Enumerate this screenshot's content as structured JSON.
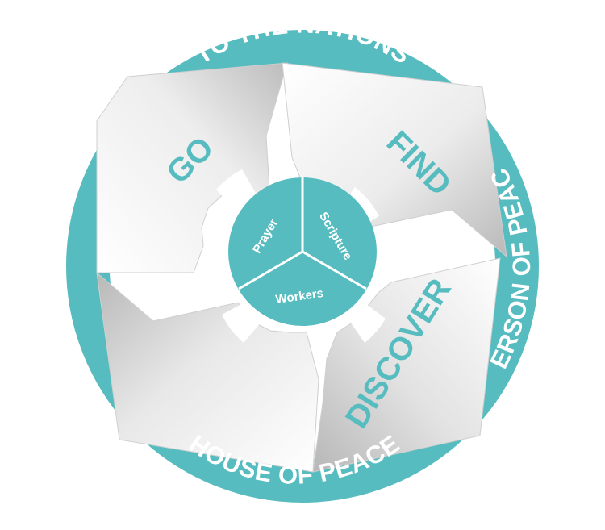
{
  "ring_labels": {
    "top": "TO THE NATIONS",
    "right": "PERSON OF PEACE",
    "bottom": "HOUSE OF PEACE"
  },
  "arrow_labels": {
    "go": "GO",
    "find": "FIND",
    "discover": "DISCOVER"
  },
  "hub_labels": {
    "prayer": "Prayer",
    "scripture": "Scripture",
    "workers": "Workers"
  },
  "colors": {
    "teal": "#56bcc0",
    "arrow_light": "#ffffff",
    "arrow_dark": "#c9c9c9",
    "text_light": "#ffffff"
  }
}
